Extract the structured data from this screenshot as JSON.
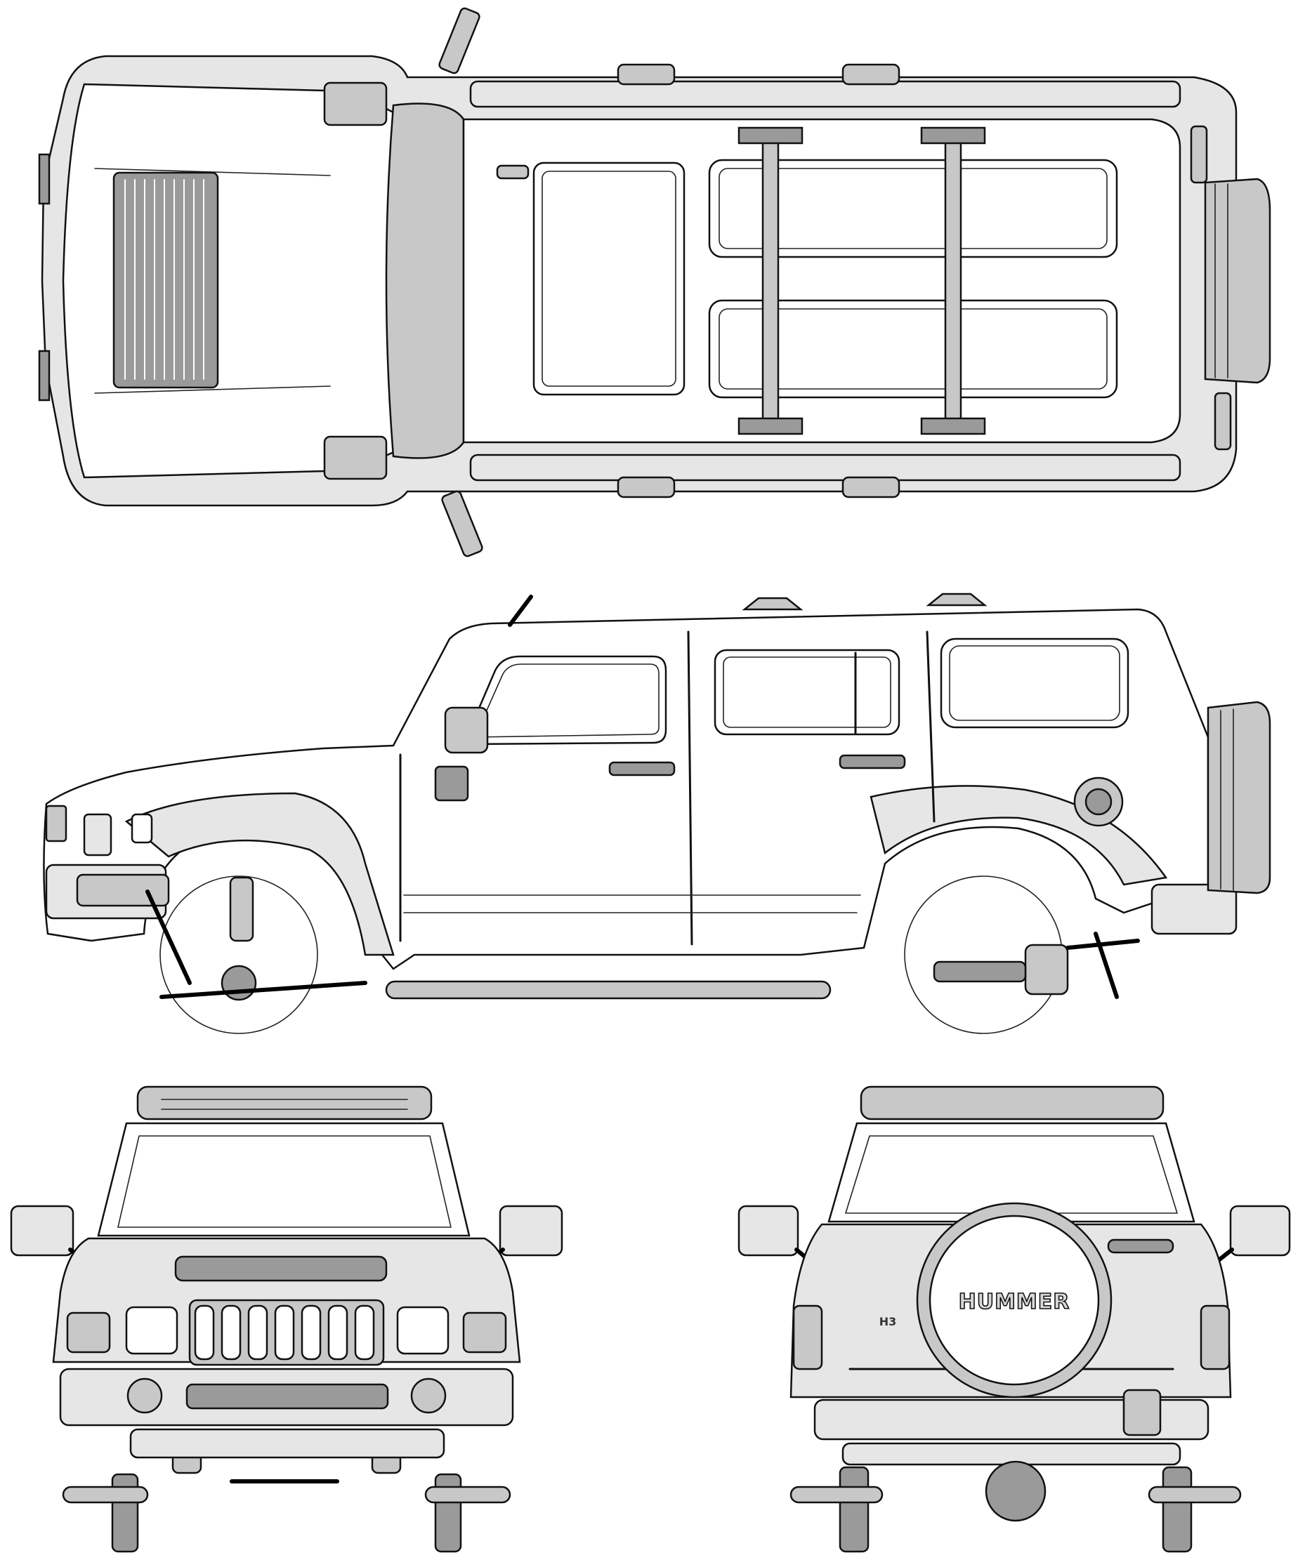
{
  "drawing": {
    "subject": "",
    "views": [
      "top-view",
      "side-view",
      "front-view",
      "rear-view"
    ]
  },
  "rear_view": {
    "spare_tire_badge": "HUMMER",
    "model_badge": "H3"
  },
  "colors": {
    "line": "#111111",
    "shade_light": "#e6e6e6",
    "shade_mid": "#c8c8c8",
    "shade_dark": "#9a9a9a",
    "background": "#ffffff"
  }
}
